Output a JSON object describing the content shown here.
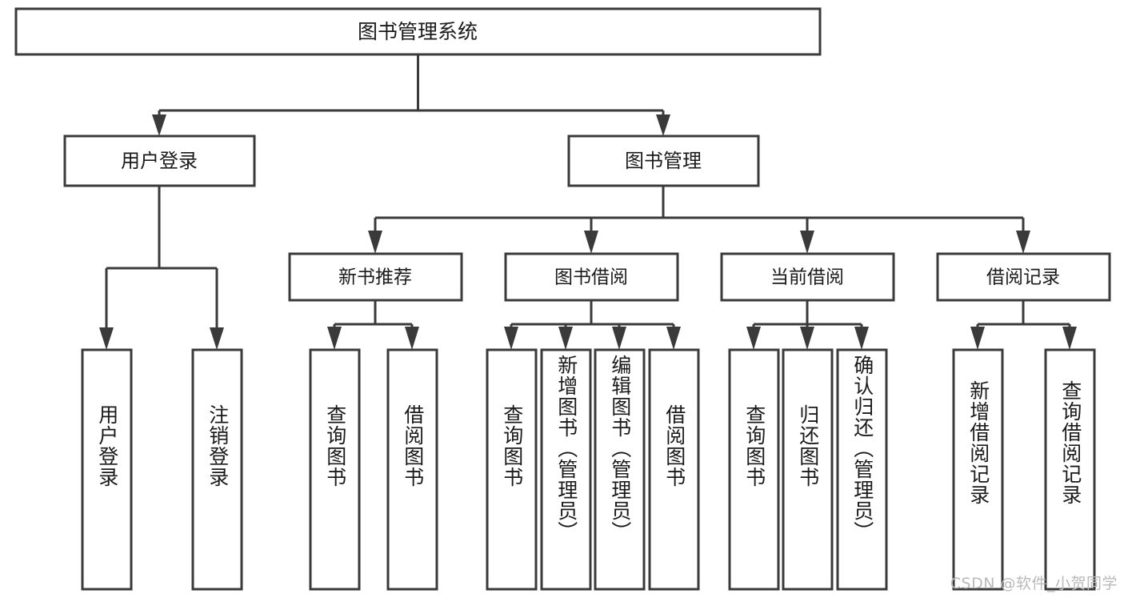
{
  "diagram": {
    "title": "图书管理系统",
    "type": "hierarchy-tree",
    "orientation": "top-down",
    "root": {
      "id": "root",
      "label": "图书管理系统",
      "level": 0
    },
    "level1": [
      {
        "id": "user-login",
        "label": "用户登录",
        "level": 1
      },
      {
        "id": "book-manage",
        "label": "图书管理",
        "level": 1
      }
    ],
    "level2": [
      {
        "id": "new-book-recommend",
        "label": "新书推荐",
        "parent": "book-manage",
        "level": 2
      },
      {
        "id": "book-borrow",
        "label": "图书借阅",
        "parent": "book-manage",
        "level": 2
      },
      {
        "id": "current-borrow",
        "label": "当前借阅",
        "parent": "book-manage",
        "level": 2
      },
      {
        "id": "borrow-record",
        "label": "借阅记录",
        "parent": "book-manage",
        "level": 2
      }
    ],
    "leaves": [
      {
        "id": "leaf-user-login",
        "label": "用户登录",
        "parent": "user-login"
      },
      {
        "id": "leaf-logout-login",
        "label": "注销登录",
        "parent": "user-login"
      },
      {
        "id": "leaf-query-book-1",
        "label": "查询图书",
        "parent": "new-book-recommend"
      },
      {
        "id": "leaf-borrow-book-1",
        "label": "借阅图书",
        "parent": "new-book-recommend"
      },
      {
        "id": "leaf-query-book-2",
        "label": "查询图书",
        "parent": "book-borrow"
      },
      {
        "id": "leaf-add-book",
        "label": "新增图书（管理员）",
        "parent": "book-borrow"
      },
      {
        "id": "leaf-edit-book",
        "label": "编辑图书（管理员）",
        "parent": "book-borrow"
      },
      {
        "id": "leaf-borrow-book-2",
        "label": "借阅图书",
        "parent": "book-borrow"
      },
      {
        "id": "leaf-query-book-3",
        "label": "查询图书",
        "parent": "current-borrow"
      },
      {
        "id": "leaf-return-book",
        "label": "归还图书",
        "parent": "current-borrow"
      },
      {
        "id": "leaf-confirm-return",
        "label": "确认归还（管理员）",
        "parent": "current-borrow"
      },
      {
        "id": "leaf-add-record",
        "label": "新增借阅记录",
        "parent": "borrow-record"
      },
      {
        "id": "leaf-query-record",
        "label": "查询借阅记录",
        "parent": "borrow-record"
      }
    ],
    "colors": {
      "box_stroke": "#3a3a3a",
      "box_fill": "#ffffff",
      "connector": "#3a3a3a",
      "text": "#1a1a1a",
      "background": "#ffffff",
      "watermark": "#b9b9b9"
    }
  },
  "watermark": {
    "text": "CSDN @软件_小贺同学"
  }
}
